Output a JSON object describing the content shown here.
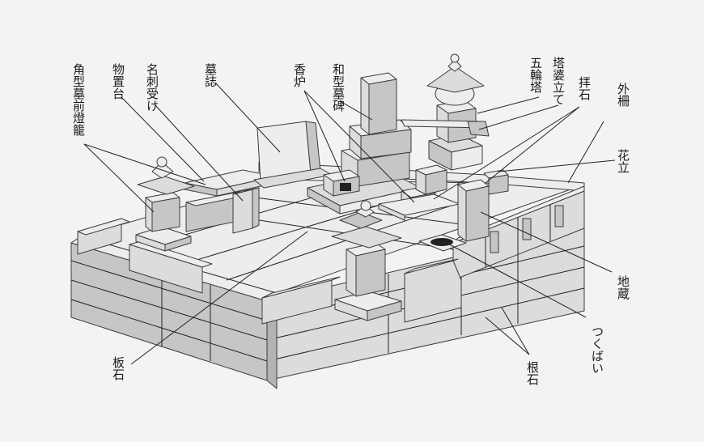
{
  "labels": {
    "kakugata_zenmae_torou": "角型墓前燈籠",
    "mono_okidai": "物置台",
    "meishi_uke": "名刺受け",
    "boshi": "墓誌",
    "kouro": "香炉",
    "wagata_bohi": "和型墓碑",
    "touba_tate": "塔婆立て",
    "gorintou": "五輪塔",
    "haiseki": "拝石",
    "sotosaku": "外柵",
    "hanatate": "花立",
    "jizou": "地蔵",
    "tsukubai": "つくばい",
    "neishi": "根石",
    "itaishi": "板石"
  },
  "colors": {
    "line": "#222222",
    "background": "#f4f3f2"
  }
}
